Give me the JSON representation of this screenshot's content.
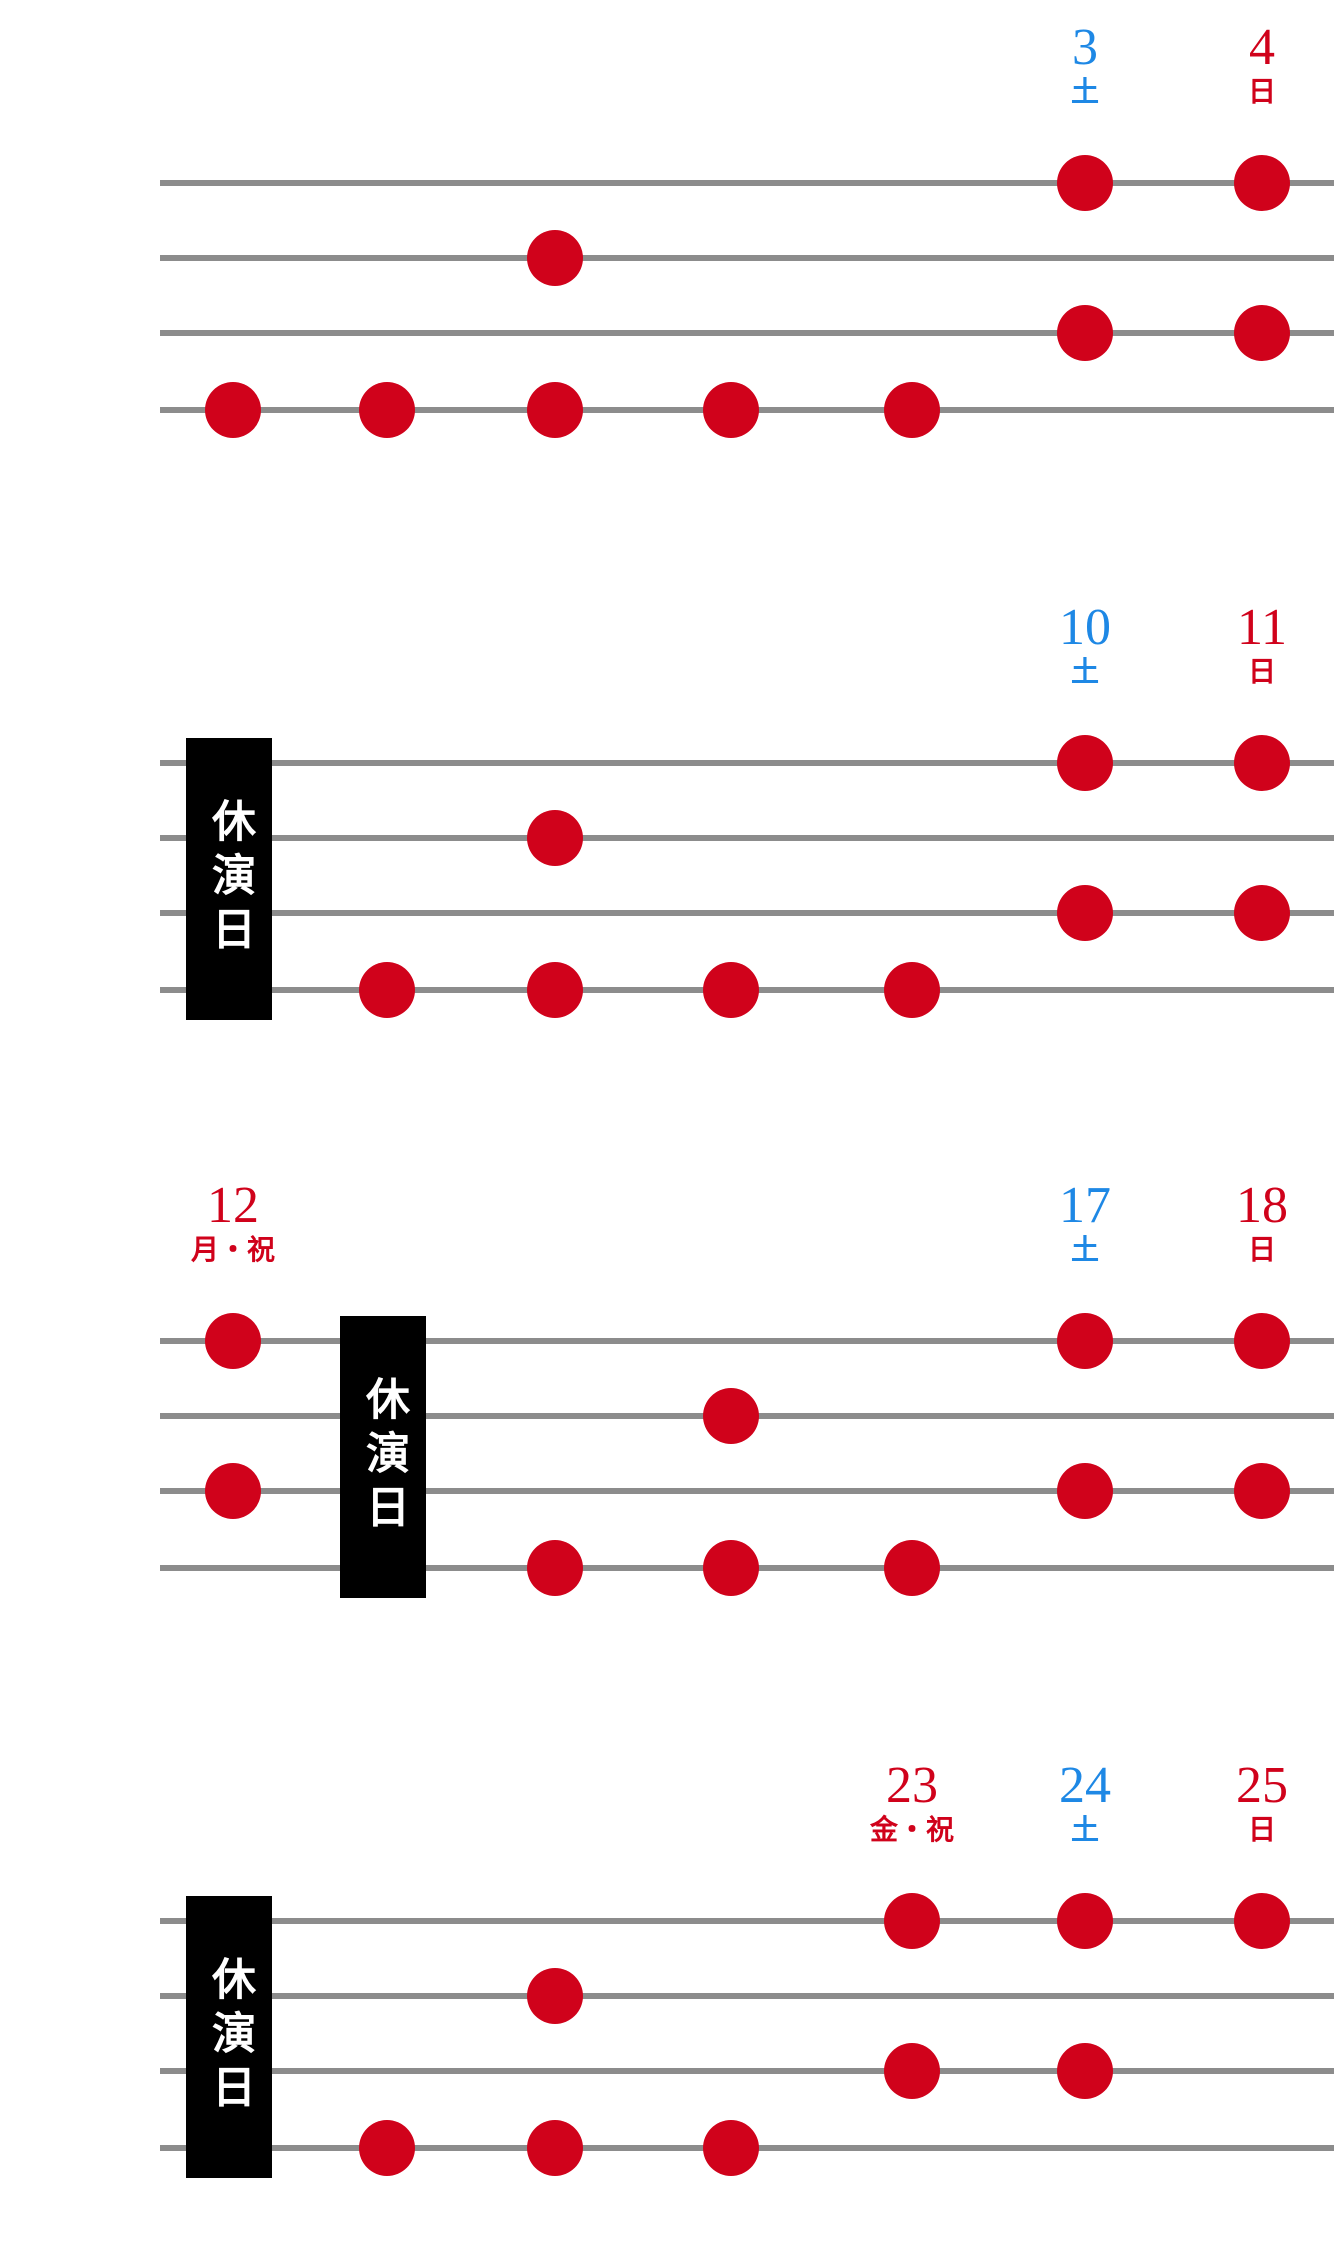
{
  "colors": {
    "line": "#8c8c8c",
    "dot": "#d0021b",
    "saturday": "#1e88e5",
    "holiday": "#d0021b",
    "closed_bg": "#000000",
    "closed_fg": "#ffffff"
  },
  "weeks": [
    {
      "dates": [
        {
          "col": 5,
          "num": "3",
          "dow": "土",
          "kind": "saturday"
        },
        {
          "col": 6,
          "num": "4",
          "dow": "日",
          "kind": "holiday"
        }
      ],
      "closed": null,
      "dots": [
        [
          0,
          5
        ],
        [
          0,
          6
        ],
        [
          1,
          2
        ],
        [
          2,
          5
        ],
        [
          2,
          6
        ],
        [
          3,
          0
        ],
        [
          3,
          1
        ],
        [
          3,
          2
        ],
        [
          3,
          3
        ],
        [
          3,
          4
        ]
      ]
    },
    {
      "dates": [
        {
          "col": 5,
          "num": "10",
          "dow": "土",
          "kind": "saturday"
        },
        {
          "col": 6,
          "num": "11",
          "dow": "日",
          "kind": "holiday"
        }
      ],
      "closed": {
        "col": 0,
        "text": "休演日"
      },
      "dots": [
        [
          0,
          5
        ],
        [
          0,
          6
        ],
        [
          1,
          2
        ],
        [
          2,
          5
        ],
        [
          2,
          6
        ],
        [
          3,
          1
        ],
        [
          3,
          2
        ],
        [
          3,
          3
        ],
        [
          3,
          4
        ]
      ]
    },
    {
      "dates": [
        {
          "col": 0,
          "num": "12",
          "dow": "月・祝",
          "kind": "holiday"
        },
        {
          "col": 5,
          "num": "17",
          "dow": "土",
          "kind": "saturday"
        },
        {
          "col": 6,
          "num": "18",
          "dow": "日",
          "kind": "holiday"
        }
      ],
      "closed": {
        "col": 1,
        "text": "休演日"
      },
      "dots": [
        [
          0,
          0
        ],
        [
          0,
          5
        ],
        [
          0,
          6
        ],
        [
          1,
          3
        ],
        [
          2,
          0
        ],
        [
          2,
          5
        ],
        [
          2,
          6
        ],
        [
          3,
          2
        ],
        [
          3,
          3
        ],
        [
          3,
          4
        ]
      ]
    },
    {
      "dates": [
        {
          "col": 4,
          "num": "23",
          "dow": "金・祝",
          "kind": "holiday"
        },
        {
          "col": 5,
          "num": "24",
          "dow": "土",
          "kind": "saturday"
        },
        {
          "col": 6,
          "num": "25",
          "dow": "日",
          "kind": "holiday"
        }
      ],
      "closed": {
        "col": 0,
        "text": "休演日"
      },
      "dots": [
        [
          0,
          4
        ],
        [
          0,
          5
        ],
        [
          0,
          6
        ],
        [
          1,
          2
        ],
        [
          2,
          4
        ],
        [
          2,
          5
        ],
        [
          3,
          1
        ],
        [
          3,
          2
        ],
        [
          3,
          3
        ]
      ]
    }
  ]
}
